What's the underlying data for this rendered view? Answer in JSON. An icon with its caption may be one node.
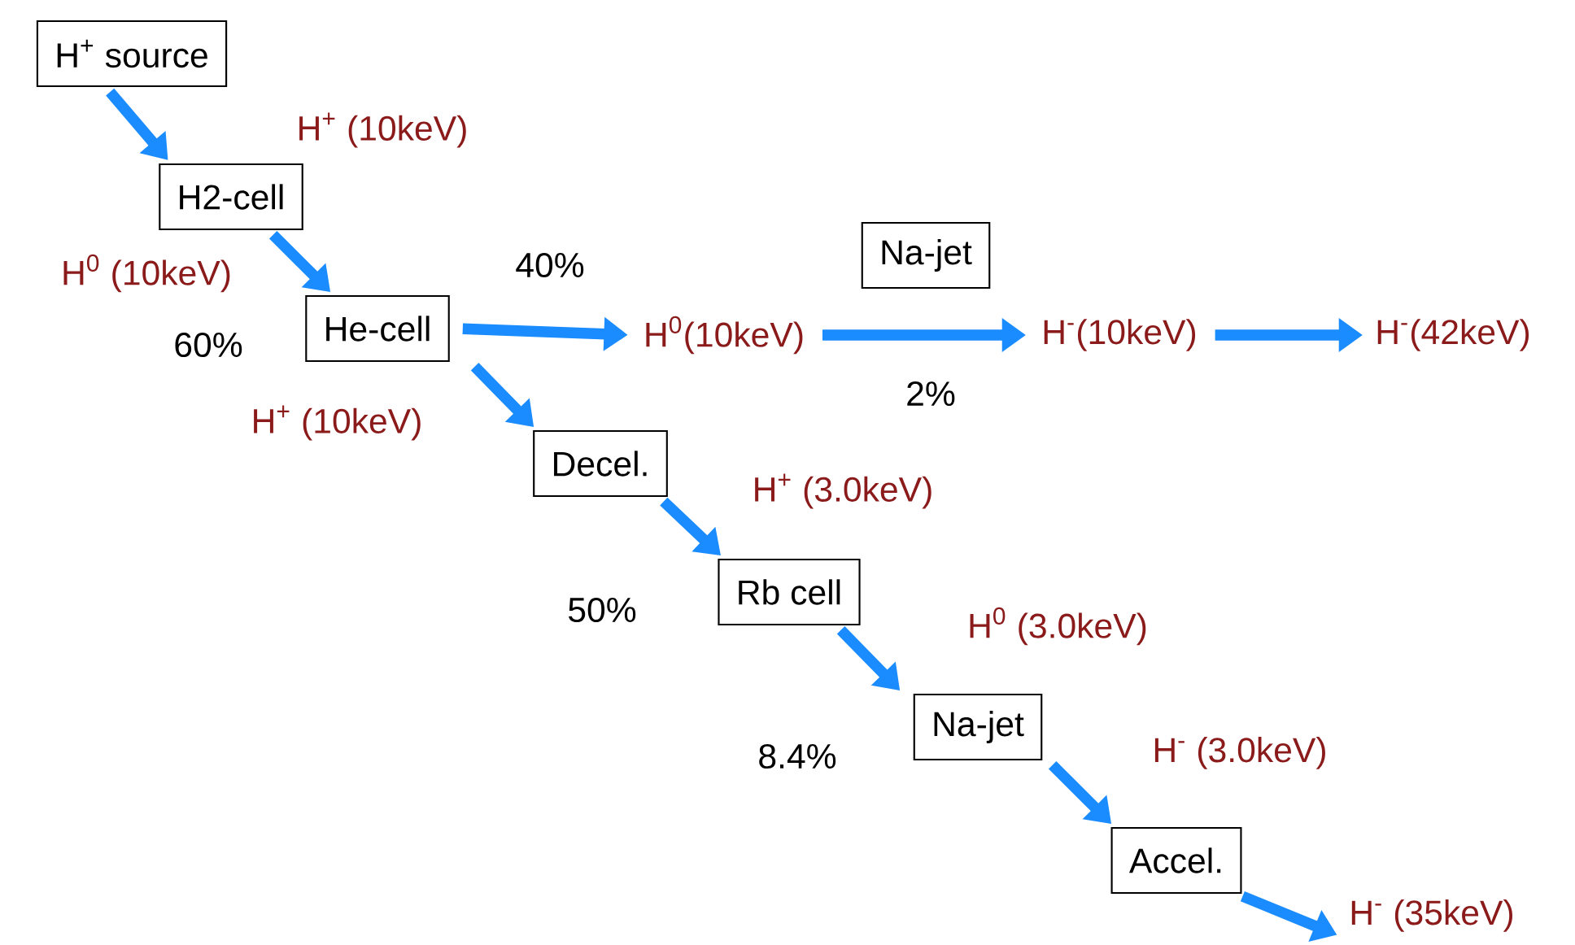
{
  "diagram": {
    "nodes": [
      {
        "text": [
          "H$^{+}$ source"
        ]
      },
      {
        "text": [
          "H2-cell"
        ]
      },
      {
        "text": [
          "He-cell"
        ]
      },
      {
        "text": [
          "Decel."
        ]
      },
      {
        "text": [
          "Rb cell"
        ]
      },
      {
        "text": [
          "Na-jet"
        ]
      },
      {
        "text": [
          "Accel."
        ]
      },
      {
        "text": [
          "Na-jet"
        ]
      },
      {
        "text": [
          "H$^{0}$(10keV)"
        ]
      },
      {
        "text": [
          "H$^{-}$(10keV)"
        ]
      },
      {
        "text": [
          "H$^{-}$(42keV)"
        ]
      },
      {
        "text": [
          "H$^{-}$ (35keV)"
        ]
      }
    ],
    "edges": [
      {
        "from": 0,
        "to": 1,
        "arrow": "to"
      },
      {
        "from": 1,
        "to": 2,
        "arrow": "to"
      },
      {
        "from": 2,
        "to": 8,
        "arrow": "to",
        "label": "40%"
      },
      {
        "from": 2,
        "to": 3,
        "arrow": "to"
      },
      {
        "from": 3,
        "to": 4,
        "arrow": "to"
      },
      {
        "from": 4,
        "to": 5,
        "arrow": "to"
      },
      {
        "from": 5,
        "to": 6,
        "arrow": "to"
      },
      {
        "from": 6,
        "to": 11,
        "arrow": "to"
      },
      {
        "from": 8,
        "to": 9,
        "arrow": "to",
        "label": "2%"
      },
      {
        "from": 9,
        "to": 10,
        "arrow": "to"
      }
    ],
    "labels": [
      "H$^{+}$ (10keV)",
      "H$^{0}$ (10keV)",
      "60%",
      "H$^{+}$ (10keV)",
      "H$^{+}$ (3.0keV)",
      "50%",
      "H$^{0}$ (3.0keV)",
      "8.4%",
      "H$^{-}$ (3.0keV)"
    ]
  }
}
